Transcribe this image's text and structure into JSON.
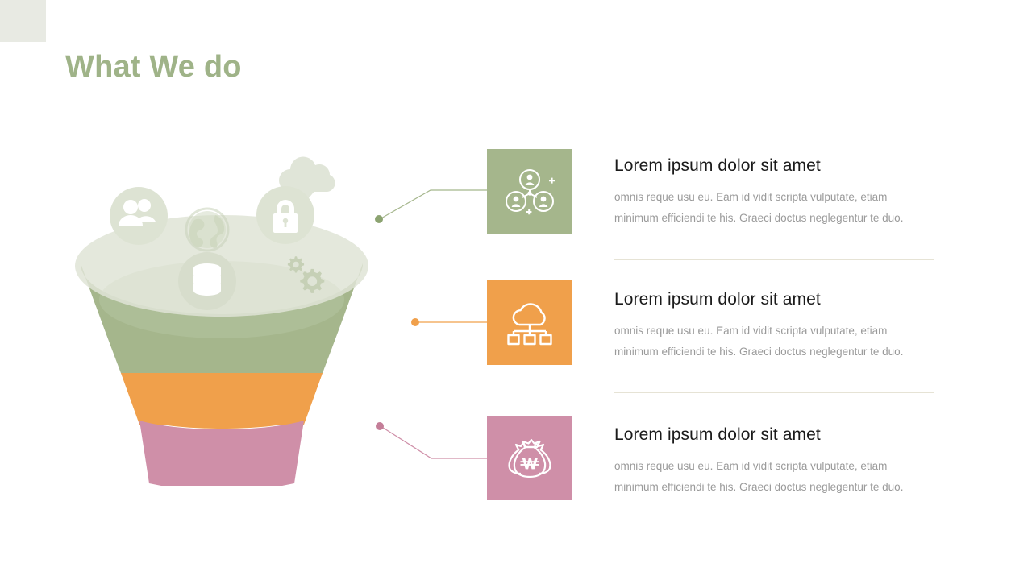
{
  "slide": {
    "title": "What We do",
    "title_color": "#9fb388",
    "background": "#ffffff",
    "corner_block_color": "#e8eae3"
  },
  "funnel": {
    "name": "three-stage-funnel",
    "stages": [
      {
        "label": "stage-1",
        "color": "#a5b68c"
      },
      {
        "label": "stage-2",
        "color": "#f0a04b"
      },
      {
        "label": "stage-3",
        "color": "#cf8fa8"
      }
    ],
    "rim_color": "#dfe4d6",
    "input_icons": [
      "cloud-download-icon",
      "users-icon",
      "globe-icon",
      "lock-icon",
      "database-icon",
      "gears-icon"
    ]
  },
  "items": [
    {
      "id": "item-1",
      "icon": "team-network-icon",
      "accent": "#a5b68c",
      "title": "Lorem ipsum dolor sit amet",
      "body": "omnis reque usu eu. Eam id vidit scripta vulputate, etiam minimum efficiendi te his. Graeci doctus neglegentur te duo."
    },
    {
      "id": "item-2",
      "icon": "cloud-network-icon",
      "accent": "#f0a04b",
      "title": "Lorem ipsum dolor sit amet",
      "body": "omnis reque usu eu. Eam id vidit scripta vulputate, etiam minimum efficiendi te his. Graeci doctus neglegentur te duo."
    },
    {
      "id": "item-3",
      "icon": "money-bags-icon",
      "accent": "#cf8fa8",
      "title": "Lorem ipsum dolor sit amet",
      "body": "omnis reque usu eu. Eam id vidit scripta vulputate, etiam minimum efficiendi te his. Graeci doctus neglegentur te duo."
    }
  ],
  "colors": {
    "green": "#a5b68c",
    "orange": "#f0a04b",
    "pink": "#cf8fa8",
    "divider": "#e6e3d5",
    "body_text": "#9a9a9a",
    "heading_text": "#1b1b1b"
  }
}
